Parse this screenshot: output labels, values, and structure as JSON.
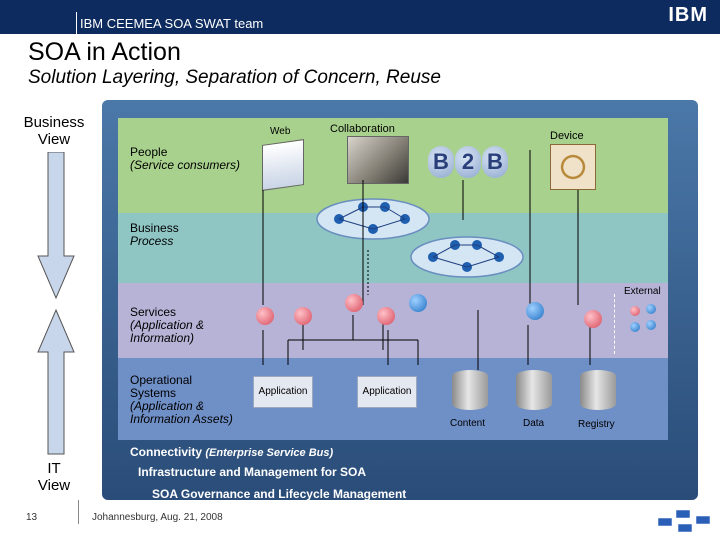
{
  "header": {
    "title": "IBM CEEMEA SOA SWAT team",
    "logo": "IBM"
  },
  "slide": {
    "title": "SOA in Action",
    "subtitle": "Solution Layering, Separation of Concern, Reuse"
  },
  "side": {
    "business_view": "Business\nView",
    "it_view": "IT\nView"
  },
  "layers": {
    "people_title": "People",
    "people_sub": "(Service consumers)",
    "web": "Web",
    "collaboration": "Collaboration",
    "device": "Device",
    "b2b": [
      "B",
      "2",
      "B"
    ],
    "bp_title": "Business",
    "bp_sub": "Process",
    "external": "External",
    "services_title": "Services",
    "services_sub": "(Application &\n Information)",
    "ops_title": "Operational\nSystems",
    "ops_sub": "(Application &\n Information Assets)",
    "application1": "Application",
    "application2": "Application",
    "content": "Content",
    "data": "Data",
    "registry": "Registry"
  },
  "bands": {
    "connectivity_title": "Connectivity",
    "connectivity_sub": "(Enterprise Service Bus)",
    "infrastructure": "Infrastructure and Management for SOA",
    "governance": "SOA Governance and Lifecycle Management"
  },
  "footer": {
    "page": "13",
    "text": "Johannesburg, Aug. 21, 2008"
  },
  "colors": {
    "header": "#0d2b5e",
    "people_layer": "#a9d18e",
    "process_layer": "#8fc6c4",
    "services_layer": "#b6b3d6",
    "operational_layer": "#6f8fc7",
    "service_red": "#d64a5a",
    "service_blue": "#1f6fc4"
  }
}
